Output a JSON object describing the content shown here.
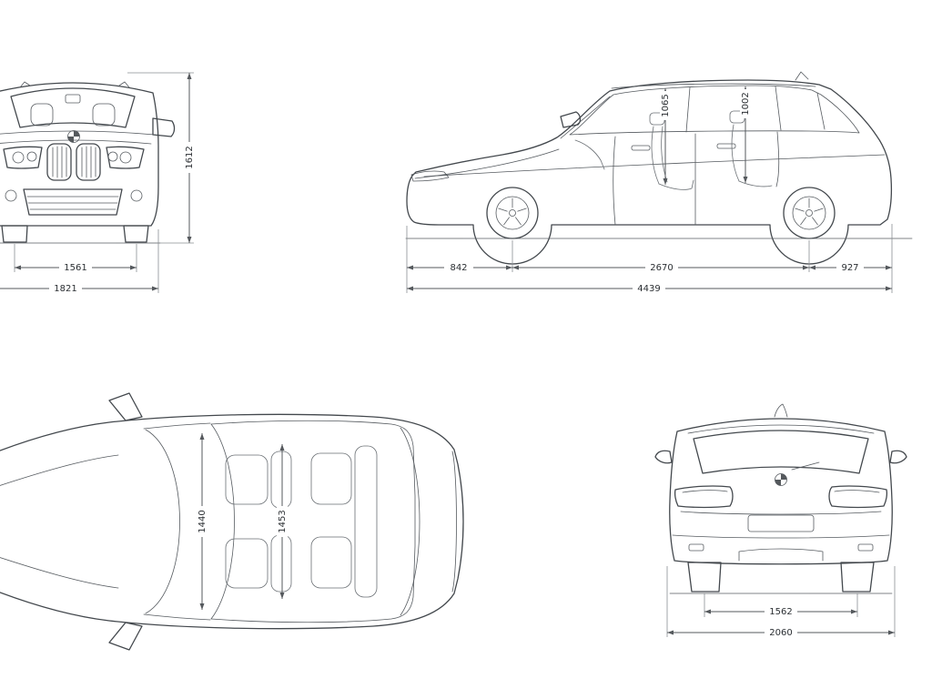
{
  "colors": {
    "background": "#ffffff",
    "car_line": "#43484d",
    "dim_line": "#55595d",
    "label_text": "#2b2f33"
  },
  "views": {
    "front": {
      "overall_height": "1612",
      "track_width": "1561",
      "overall_width": "1821"
    },
    "side": {
      "front_overhang": "842",
      "wheelbase": "2670",
      "rear_overhang": "927",
      "overall_length": "4439",
      "front_headroom": "1065",
      "rear_headroom": "1002"
    },
    "top": {
      "front_interior_width": "1440",
      "rear_interior_width": "1453"
    },
    "rear": {
      "track_width": "1562",
      "overall_width": "2060"
    }
  }
}
